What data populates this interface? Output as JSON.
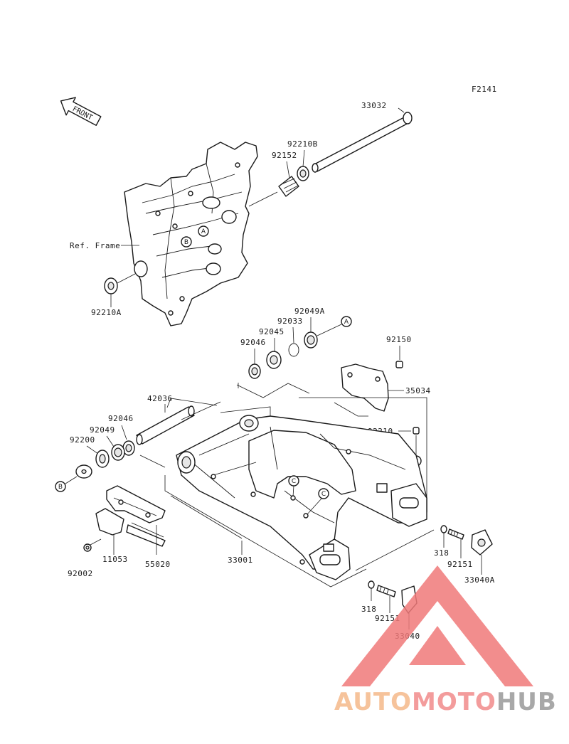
{
  "figure_code": "F2141",
  "front_label": "FRONT",
  "ref_frame_label": "Ref. Frame",
  "parts": {
    "p33032": "33032",
    "p92210B": "92210B",
    "p92152": "92152",
    "p92210A": "92210A",
    "p92049A": "92049A",
    "p92033": "92033",
    "p92045": "92045",
    "p92046_upper": "92046",
    "p92150": "92150",
    "p35034": "35034",
    "p42036": "42036",
    "p92046_lower": "92046",
    "p92049": "92049",
    "p92200": "92200",
    "p92210": "92210",
    "p11053": "11053",
    "p55020": "55020",
    "p92002": "92002",
    "p33001": "33001",
    "p318_right": "318",
    "p92151_right": "92151",
    "p33040A": "33040A",
    "p318_lower": "318",
    "p92151_lower": "92151",
    "p33040": "33040"
  },
  "refs": {
    "A": "A",
    "B": "B",
    "C": "C"
  },
  "watermark": {
    "part1": "AUTO",
    "part2": "MOTO",
    "part3": "HUB",
    "color_auto": "#f5b98a",
    "color_moto": "#f28b8b",
    "color_hub": "#9a9a9a",
    "triangle_color": "#f07a7a"
  }
}
